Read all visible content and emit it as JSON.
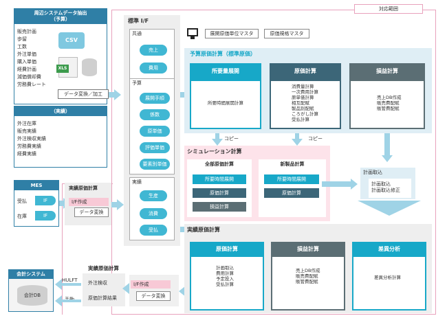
{
  "scope_label": "対応範囲",
  "external": {
    "title": "周辺システムデータ抽出",
    "subtitle": "（予算）",
    "items": [
      "販売計画",
      "歩留",
      "工数",
      "外注単価",
      "購入単価",
      "経費計画",
      "減価償却費",
      "労務費レート"
    ],
    "csv": "CSV",
    "xls": "XLS",
    "actual_title": "（実績）",
    "actual_items": [
      "外注在庫",
      "販売実績",
      "外注検収実績",
      "労務費実績",
      "経費実績"
    ],
    "convert_btn": "データ変換／加工"
  },
  "mes": {
    "title": "MES",
    "rows": [
      {
        "label": "受払",
        "badge": "IF"
      },
      {
        "label": "在庫",
        "badge": "IF"
      }
    ]
  },
  "actual_calc_left": {
    "title": "実績原価計算",
    "if_label": "I/F作成",
    "convert": "データ変換"
  },
  "accounting": {
    "title": "会計システム",
    "db": "会計DB",
    "hulft": "HULFT",
    "manual": "手動"
  },
  "actual_calc_bottom": {
    "title": "実績原価計算",
    "items": [
      "外注検収",
      "原価計算結果"
    ],
    "if_label": "I/F作成",
    "convert": "データ変換"
  },
  "std_if": {
    "title": "標準 I/F",
    "common": {
      "title": "共通",
      "items": [
        "売上",
        "費用"
      ]
    },
    "budget": {
      "title": "予算",
      "items": [
        "展開手順",
        "係数",
        "原単価",
        "評価単価",
        "要素別単価"
      ]
    },
    "actual": {
      "title": "実績",
      "items": [
        "生産",
        "消費",
        "受払"
      ]
    }
  },
  "masters": {
    "monitor_icon": "monitor-icon",
    "items": [
      "展開原価単位マスタ",
      "原価規格マスタ"
    ]
  },
  "budget_calc": {
    "title": "予算原価計算（標準原価）",
    "columns": [
      {
        "title": "所要量展開",
        "lines": [
          "所要時間展開計算"
        ]
      },
      {
        "title": "原価計算",
        "lines": [
          "消費量計算",
          "一次費用計算",
          "原単価計算",
          "相互配賦",
          "製品別配賦",
          "ころがし計算",
          "受払計算"
        ]
      },
      {
        "title": "損益計算",
        "lines": [
          "売上DB作成",
          "販売費配賦",
          "販管費配賦"
        ]
      }
    ],
    "copy1": "コピー",
    "copy2": "コピー"
  },
  "simulation": {
    "title": "シミュレーション計算",
    "all": {
      "title": "全部原価計算",
      "buttons": [
        "所要時間展開",
        "原価計算",
        "損益計算"
      ]
    },
    "new": {
      "title": "新製品計算",
      "buttons": [
        "所要時間展開",
        "原価計算"
      ]
    }
  },
  "plan_import": {
    "title": "計画取込",
    "lines": [
      "計画取込",
      "計画取込修正"
    ]
  },
  "actual_calc": {
    "title": "実績原価計算",
    "columns": [
      {
        "title": "原価計算",
        "lines": [
          "計画取込",
          "費用計算",
          "予定投入",
          "受払計算"
        ]
      },
      {
        "title": "損益計算",
        "lines": [
          "売上DB作成",
          "販売費配賦",
          "販管費配賦"
        ]
      },
      {
        "title": "差異分析",
        "lines": [
          "差異分析計算"
        ]
      }
    ]
  },
  "colors": {
    "cyan": "#17a8c8",
    "dark": "#3c6678",
    "grey": "#5b6e74",
    "pink": "#e8a1bc",
    "arrow": "#9fd3e6"
  }
}
